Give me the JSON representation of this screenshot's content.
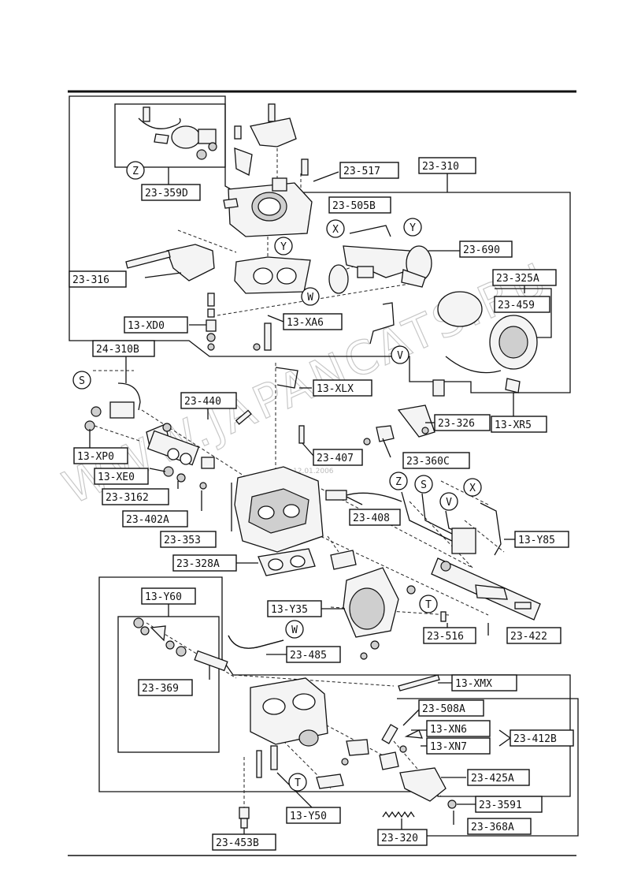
{
  "watermark": "WWW.JAPANCATS.RU",
  "watermark_small": "12.01.2006",
  "callouts": [
    "23-359D",
    "23-517",
    "23-310",
    "23-505B",
    "23-690",
    "23-316",
    "23-325A",
    "23-459",
    "13-XD0",
    "13-XA6",
    "24-310B",
    "13-XLX",
    "23-440",
    "23-326",
    "13-XR5",
    "13-XP0",
    "23-407",
    "23-360C",
    "13-XE0",
    "23-3162",
    "23-408",
    "23-402A",
    "13-Y85",
    "23-353",
    "23-328A",
    "13-Y60",
    "13-Y35",
    "23-516",
    "23-422",
    "23-485",
    "23-369",
    "13-XMX",
    "23-508A",
    "13-XN6",
    "23-412B",
    "13-XN7",
    "23-425A",
    "23-3591",
    "23-368A",
    "13-Y50",
    "23-453B",
    "23-320"
  ],
  "circle_letters": [
    "Z",
    "X",
    "Y",
    "Y",
    "W",
    "V",
    "S",
    "Z",
    "S",
    "X",
    "V",
    "T",
    "W",
    "T"
  ]
}
